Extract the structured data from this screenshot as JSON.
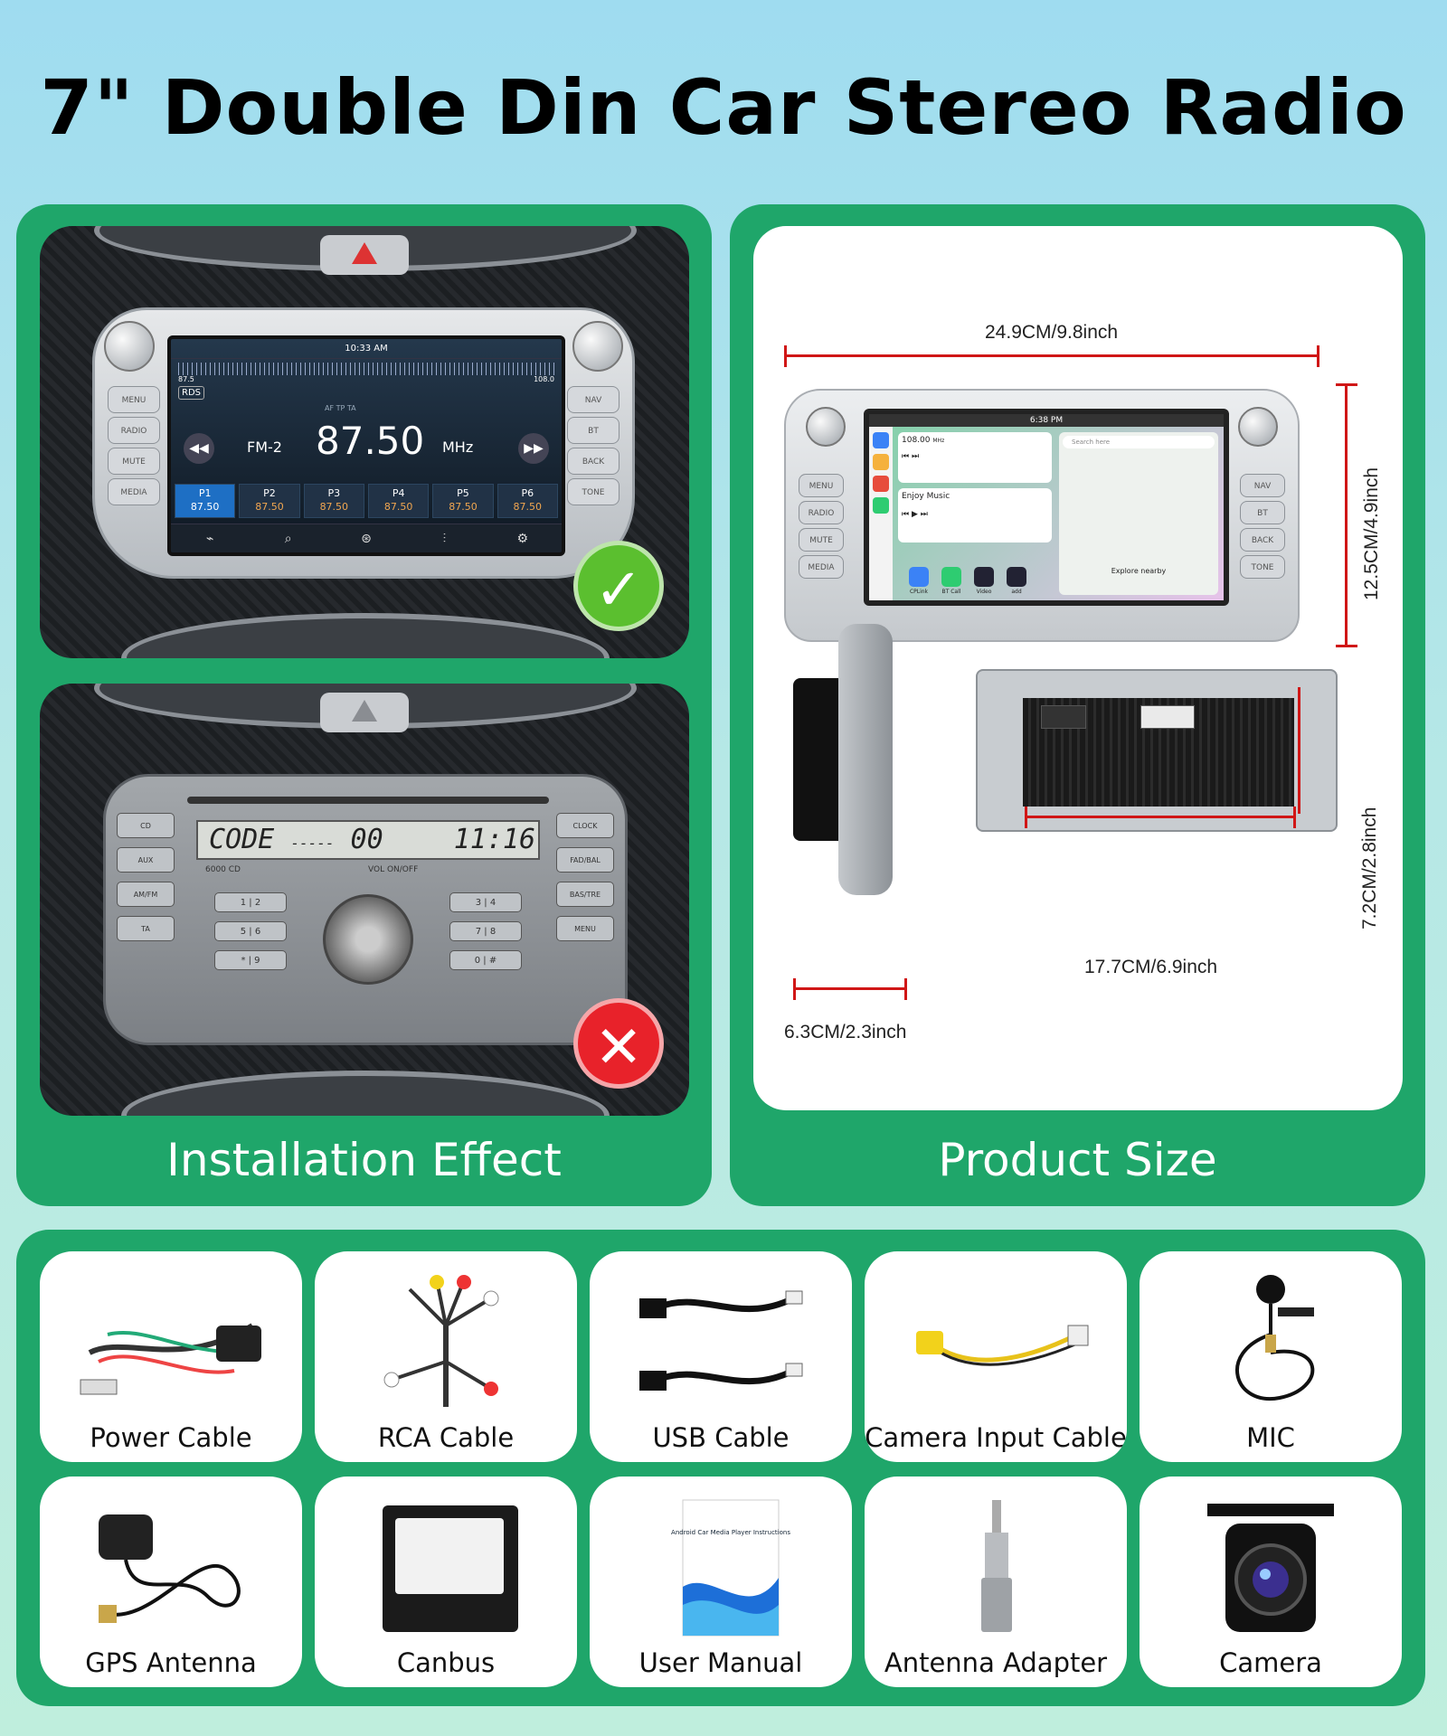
{
  "title": "7\" Double Din Car Stereo Radio",
  "installation": {
    "caption": "Installation Effect",
    "after": {
      "status_time": "10:33 AM",
      "scale_low": "87.5",
      "scale_high": "108.0",
      "rds": "RDS",
      "flags": "AF TP TA",
      "band": "FM-2",
      "frequency": "87.50",
      "unit": "MHz",
      "side_left": [
        "MENU",
        "RADIO",
        "MUTE",
        "MEDIA"
      ],
      "side_right": [
        "NAV",
        "BT",
        "BACK",
        "TONE"
      ],
      "presets": [
        {
          "label": "P1",
          "value": "87.50"
        },
        {
          "label": "P2",
          "value": "87.50"
        },
        {
          "label": "P3",
          "value": "87.50"
        },
        {
          "label": "P4",
          "value": "87.50"
        },
        {
          "label": "P5",
          "value": "87.50"
        },
        {
          "label": "P6",
          "value": "87.50"
        }
      ],
      "verdict_icon": "check-icon"
    },
    "before": {
      "display_code": "CODE",
      "display_dashes": "-----",
      "display_num": "00",
      "display_time": "11:16",
      "model": "6000 CD",
      "vol_label": "VOL ON/OFF",
      "left_keys": [
        "CD",
        "AUX",
        "AM/FM",
        "TA"
      ],
      "right_keys": [
        "CLOCK",
        "FAD/BAL",
        "BAS/TRE",
        "MENU"
      ],
      "num_left": [
        "1 | 2",
        "5 | 6",
        "* | 9"
      ],
      "num_right": [
        "3 | 4",
        "7 | 8",
        "0 | #"
      ],
      "verdict_icon": "cross-icon"
    }
  },
  "product_size": {
    "caption": "Product Size",
    "width": "24.9CM/9.8inch",
    "height": "12.5CM/4.9inch",
    "depth": "6.3CM/2.3inch",
    "back_width": "17.7CM/6.9inch",
    "back_height": "7.2CM/2.8inch",
    "screen": {
      "status_time": "6:38 PM",
      "radio_freq": "108.00",
      "radio_unit": "MHz",
      "music_label": "Enjoy Music",
      "search_placeholder": "Search here",
      "explore_label": "Explore nearby",
      "apps": [
        "CPLink",
        "BT Call",
        "Video",
        "add"
      ]
    }
  },
  "accessories": [
    {
      "label": "Power Cable",
      "icon": "power-cable-icon"
    },
    {
      "label": "RCA Cable",
      "icon": "rca-cable-icon"
    },
    {
      "label": "USB Cable",
      "icon": "usb-cable-icon"
    },
    {
      "label": "Camera Input Cable",
      "icon": "camera-input-cable-icon"
    },
    {
      "label": "MIC",
      "icon": "mic-icon"
    },
    {
      "label": "GPS Antenna",
      "icon": "gps-antenna-icon"
    },
    {
      "label": "Canbus",
      "icon": "canbus-icon"
    },
    {
      "label": "User Manual",
      "icon": "user-manual-icon",
      "cover_text": "Android Car Media Player Instructions"
    },
    {
      "label": "Antenna Adapter",
      "icon": "antenna-adapter-icon"
    },
    {
      "label": "Camera",
      "icon": "camera-icon"
    }
  ],
  "colors": {
    "panel_green": "#1fa66a",
    "dimension_red": "#d01616",
    "check_green": "#5bbf2f",
    "cross_red": "#e8222a"
  }
}
